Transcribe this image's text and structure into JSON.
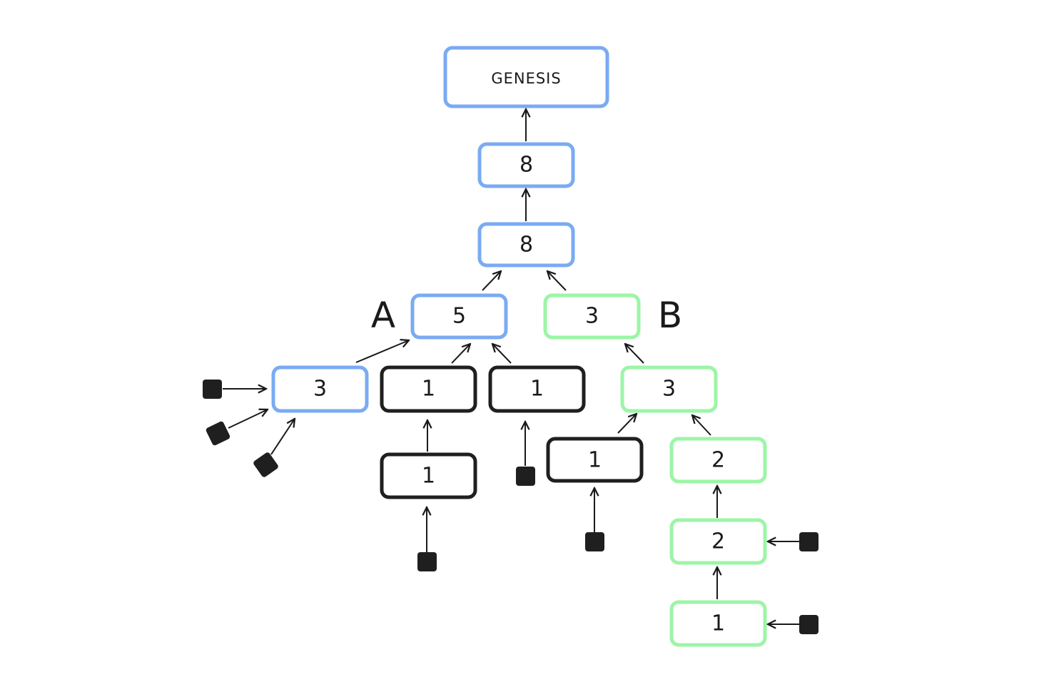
{
  "diagram": {
    "colors": {
      "blue": "#7aabf3",
      "green": "#9cf5a6",
      "black": "#1f1f1f",
      "edge": "#1a1a1a"
    },
    "branch_labels": {
      "a": "A",
      "b": "B"
    },
    "nodes": {
      "genesis": {
        "label": "GENESIS",
        "color": "blue"
      },
      "b8_top": {
        "label": "8",
        "color": "blue"
      },
      "b8_mid": {
        "label": "8",
        "color": "blue"
      },
      "a5": {
        "label": "5",
        "color": "blue"
      },
      "b3": {
        "label": "3",
        "color": "green"
      },
      "a3": {
        "label": "3",
        "color": "blue"
      },
      "k1_left": {
        "label": "1",
        "color": "black"
      },
      "k1_right": {
        "label": "1",
        "color": "black"
      },
      "k1_below": {
        "label": "1",
        "color": "black"
      },
      "g3": {
        "label": "3",
        "color": "green"
      },
      "k1_g": {
        "label": "1",
        "color": "black"
      },
      "g2_top": {
        "label": "2",
        "color": "green"
      },
      "g2_mid": {
        "label": "2",
        "color": "green"
      },
      "g1_bottom": {
        "label": "1",
        "color": "green"
      }
    }
  }
}
